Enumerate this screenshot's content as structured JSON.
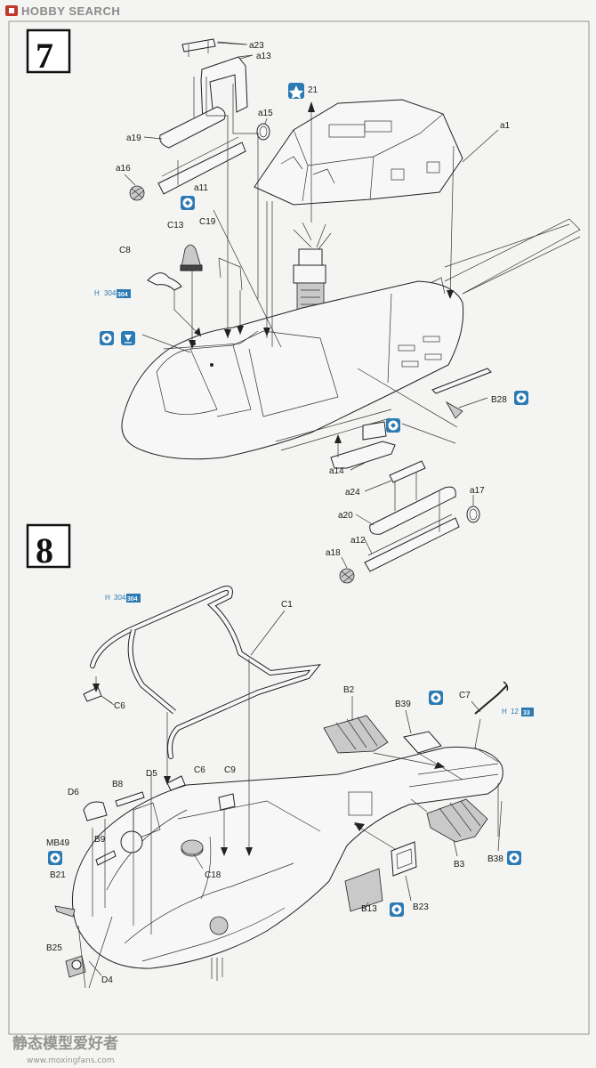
{
  "header": {
    "logo_text": "HOBBY SEARCH"
  },
  "colors": {
    "accent_blue": "#2c7ab3",
    "paint_box": "#2c7ab3",
    "logo_red": "#c0392b"
  },
  "step7": {
    "number": "7",
    "labels": {
      "a23": "a23",
      "a13": "a13",
      "a15": "a15",
      "a19": "a19",
      "a16": "a16",
      "a11": "a11",
      "c13": "C13",
      "c19": "C19",
      "c8": "C8",
      "n21": "21",
      "a1": "a1",
      "b28": "B28",
      "a14": "a14",
      "a24": "a24",
      "a17": "a17",
      "a20": "a20",
      "a12": "a12",
      "a18": "a18"
    },
    "paint_c8": {
      "prefix": "H",
      "code1": "304",
      "code2": "304"
    }
  },
  "step8": {
    "number": "8",
    "labels": {
      "c1": "C1",
      "c6a": "C6",
      "b2": "B2",
      "c7": "C7",
      "b39": "B39",
      "c6b": "C6",
      "c9": "C9",
      "d5": "D5",
      "b8": "B8",
      "d6": "D6",
      "b9": "B9",
      "mb49": "MB49",
      "b21": "B21",
      "c18": "C18",
      "b3": "B3",
      "b38": "B38",
      "b13": "B13",
      "b23": "B23",
      "b25": "B25",
      "d4": "D4"
    },
    "paint_c1": {
      "prefix": "H",
      "code1": "304",
      "code2": "304"
    },
    "paint_c7": {
      "prefix": "H",
      "code1": "12",
      "code2": "33"
    }
  },
  "icons": {
    "star": "star-icon",
    "symmetric": "symmetry-icon",
    "cut": "cut-icon"
  },
  "watermark": {
    "text": "静态模型爱好者",
    "url": "www.moxingfans.com"
  }
}
